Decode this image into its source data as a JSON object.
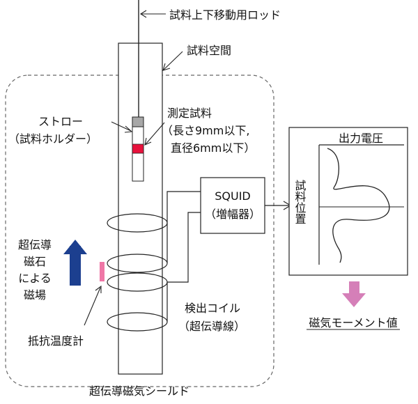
{
  "labels": {
    "rod": "試料上下移動用ロッド",
    "sample_space": "試料空間",
    "straw_line1": "ストロー",
    "straw_line2": "（試料ホルダー）",
    "sample_line1": "測定試料",
    "sample_line2": "（長さ9mm以下,",
    "sample_line3": "直径6mm以下）",
    "squid_line1": "SQUID",
    "squid_line2": "（増幅器）",
    "magnet_line1": "超伝導",
    "magnet_line2": "磁石",
    "magnet_line3": "による",
    "magnet_line4": "磁場",
    "thermometer": "抵抗温度計",
    "coil_line1": "検出コイル",
    "coil_line2": "（超伝導線）",
    "shield": "超伝導磁気シールド",
    "output_voltage": "出力電圧",
    "sample_position": "試料位置",
    "moment_value": "磁気モーメント値"
  },
  "icons": {
    "field_arrow": "up-arrow-icon",
    "result_arrow": "down-arrow-icon"
  },
  "colors": {
    "sample": "#e8113c",
    "straw_top": "#a7a7a7",
    "field_arrow": "#1c3f8f",
    "thermometer": "#ef77a6",
    "result_arrow": "#d57fb8",
    "line": "#222222",
    "shield_dash": "#666666"
  }
}
